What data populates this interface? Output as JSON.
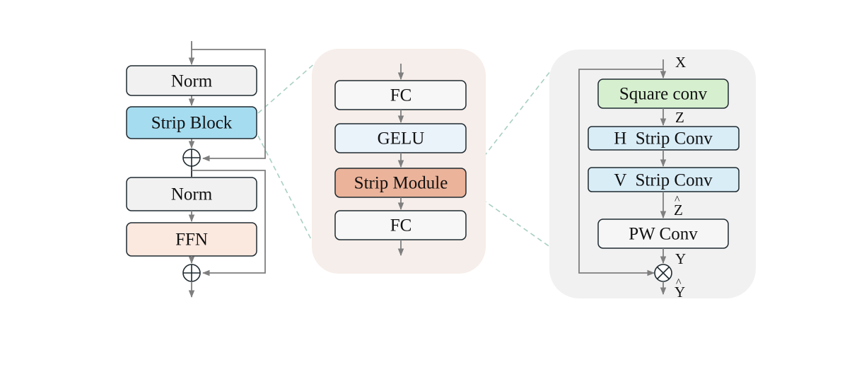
{
  "colors": {
    "arrow": "#7f7f7f",
    "box_stroke": "#1f2a30",
    "norm_fill": "#f1f1f1",
    "strip_block_fill": "#a6dcf0",
    "ffn_fill": "#fbe8df",
    "fc_fill": "#f7f7f7",
    "gelu_fill": "#eaf2fa",
    "strip_module_fill": "#ebb39a",
    "square_conv_fill": "#d6f0cf",
    "strip_conv_fill": "#d9edf7",
    "pw_conv_fill": "#f6f6f6",
    "panel_middle_fill": "#f6eeea",
    "panel_right_fill": "#f1f1f1",
    "dashed_connector": "#a8cfc3"
  },
  "block": {
    "norm1": "Norm",
    "strip_block": "Strip Block",
    "norm2": "Norm",
    "ffn": "FFN",
    "add1_icon": "circle-plus-icon",
    "add2_icon": "circle-plus-icon"
  },
  "strip_block_detail": {
    "fc1": "FC",
    "gelu": "GELU",
    "strip_module": "Strip Module",
    "fc2": "FC"
  },
  "strip_module_detail": {
    "square_conv": "Square conv",
    "h_strip_conv": "H  Strip Conv",
    "v_strip_conv": "V  Strip Conv",
    "pw_conv": "PW Conv",
    "multiply_icon": "circle-times-icon",
    "labels": {
      "x": "X",
      "z": "Z",
      "z_hat_letter": "Z",
      "z_hat_accent": "^",
      "y": "Y",
      "y_hat_letter": "Y",
      "y_hat_accent": "^"
    }
  }
}
